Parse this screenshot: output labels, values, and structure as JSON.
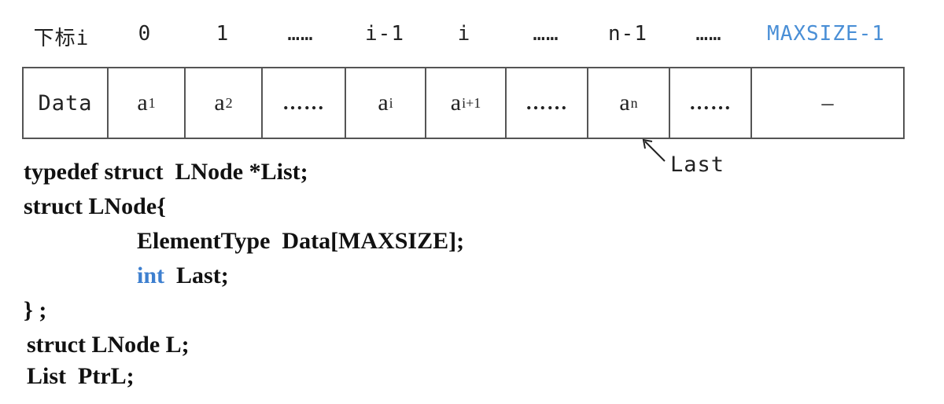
{
  "index_row": {
    "labels": [
      "下标i",
      "0",
      "1",
      "……",
      "i-1",
      "i",
      "……",
      "n-1",
      "……",
      "MAXSIZE-1"
    ]
  },
  "array": {
    "head": "Data",
    "cells": [
      {
        "base": "a",
        "sub": "1"
      },
      {
        "base": "a",
        "sub": "2"
      },
      {
        "base": "……",
        "sub": ""
      },
      {
        "base": "a",
        "sub": "i"
      },
      {
        "base": "a",
        "sub": "i+1"
      },
      {
        "base": "……",
        "sub": ""
      },
      {
        "base": "a",
        "sub": "n"
      },
      {
        "base": "……",
        "sub": ""
      },
      {
        "base": "–",
        "sub": ""
      }
    ]
  },
  "pointer": {
    "label": "Last"
  },
  "code": {
    "line1": "typedef struct  LNode *List;",
    "line2": "struct LNode{",
    "line3": "ElementType  Data[MAXSIZE];",
    "line4_kw": "int",
    "line4_rest": "  Last;",
    "line5": "} ;",
    "line6": "struct LNode L;",
    "line7": "List  PtrL;"
  },
  "colors": {
    "accent_blue": "#4a8fd6",
    "keyword_blue": "#3d7fcf",
    "text": "#111111",
    "border": "#555555"
  }
}
